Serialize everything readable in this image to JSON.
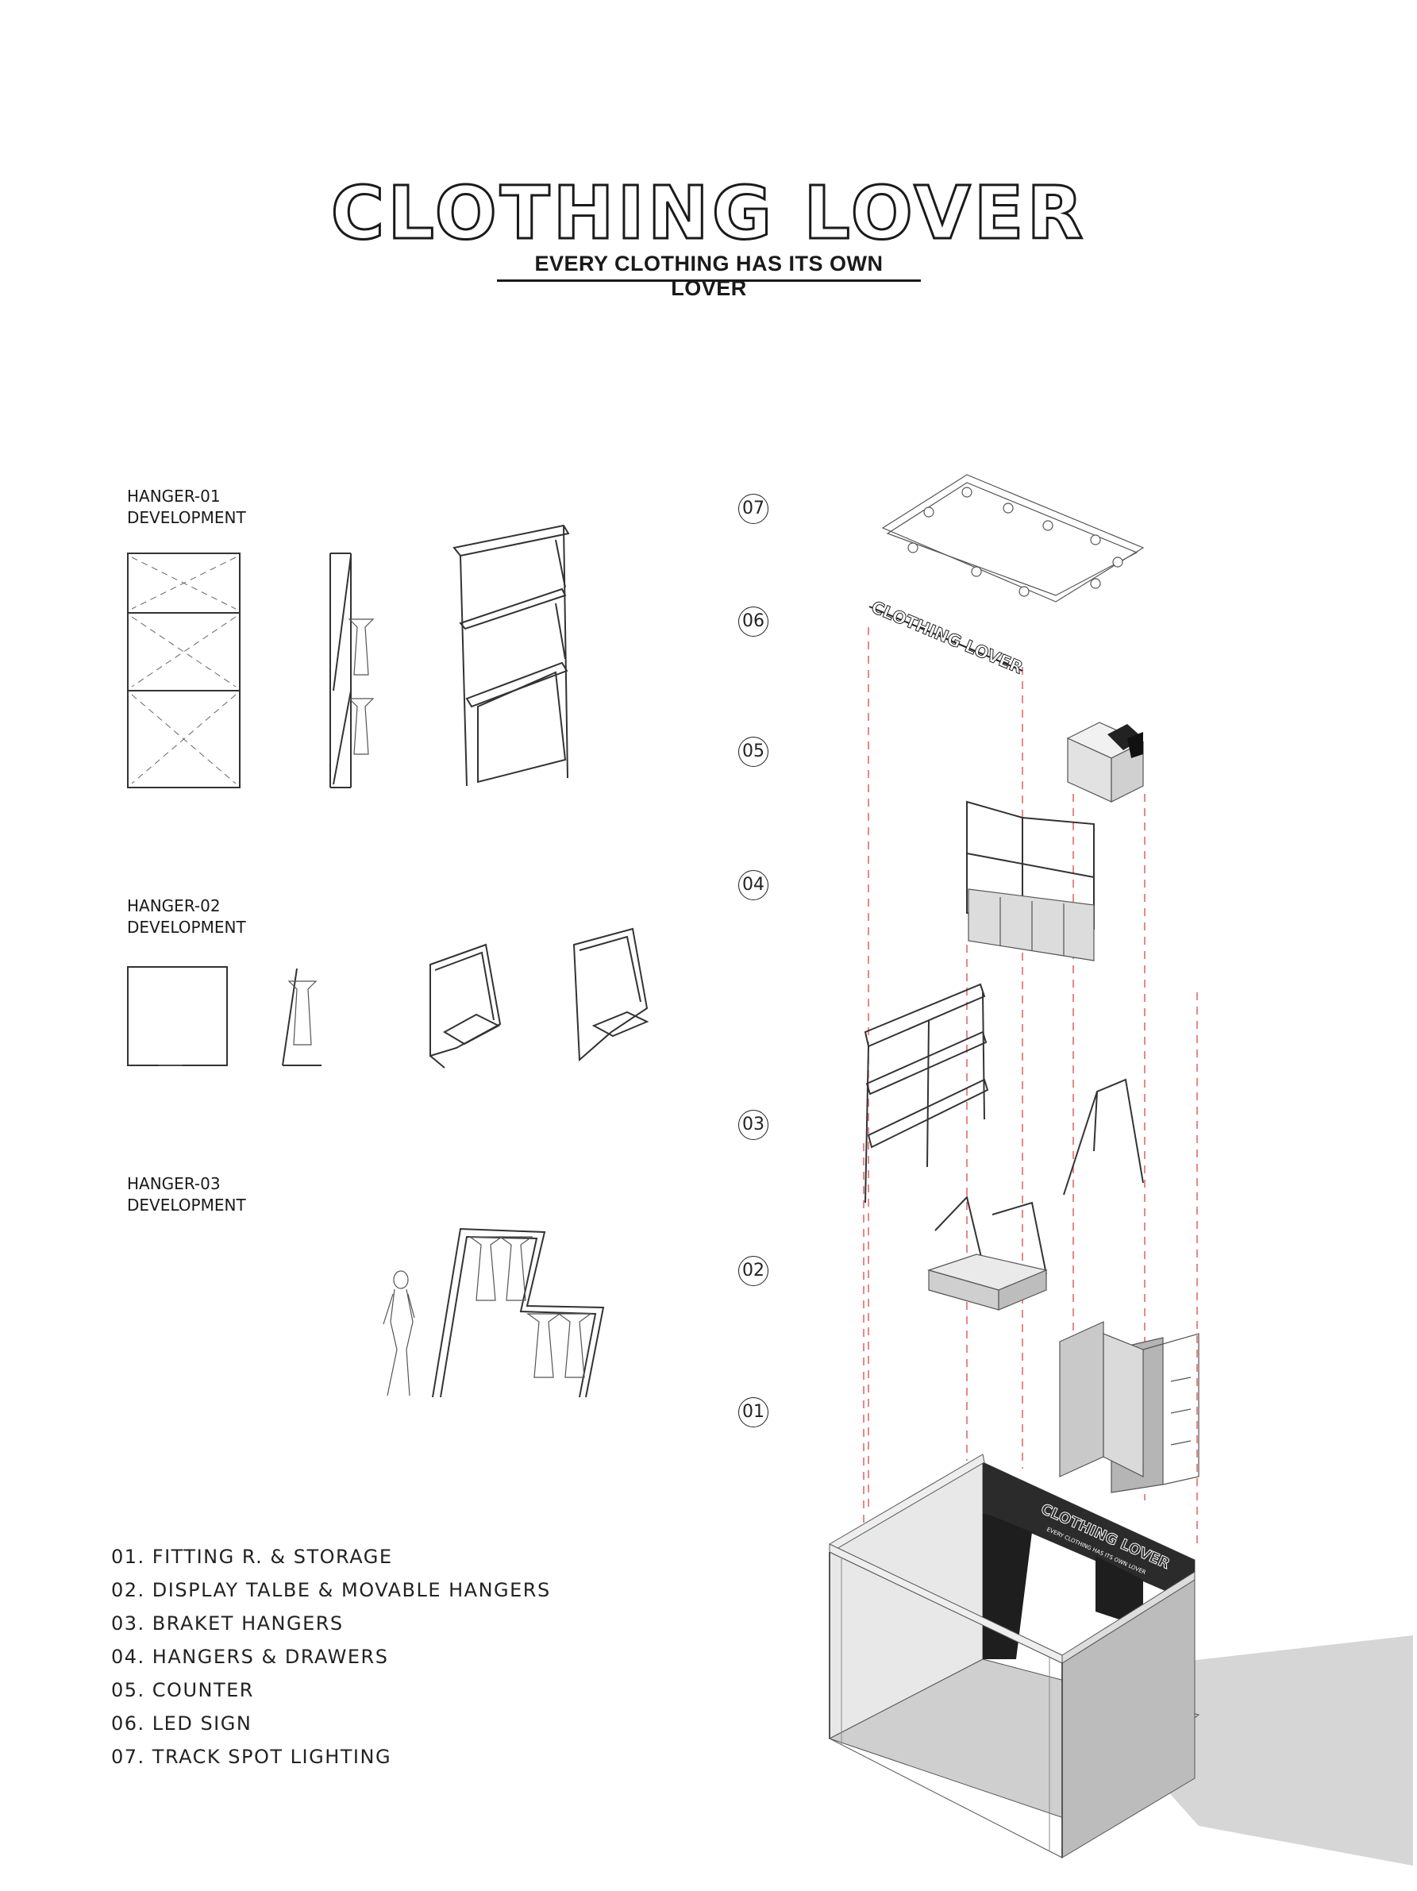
{
  "header": {
    "title": "CLOTHING LOVER",
    "subtitle": "EVERY CLOTHING HAS ITS OWN LOVER"
  },
  "developments": [
    {
      "name": "HANGER-01",
      "sub": "DEVELOPMENT"
    },
    {
      "name": "HANGER-02",
      "sub": "DEVELOPMENT"
    },
    {
      "name": "HANGER-03",
      "sub": "DEVELOPMENT"
    }
  ],
  "component_numbers": [
    "07",
    "06",
    "05",
    "04",
    "03",
    "02",
    "01"
  ],
  "legend": [
    "01. FITTING R. & STORAGE",
    "02. DISPLAY TALBE & MOVABLE HANGERS",
    "03. BRAKET HANGERS",
    "04. HANGERS & DRAWERS",
    "05. COUNTER",
    "06. LED SIGN",
    "07. TRACK SPOT LIGHTING"
  ],
  "booth": {
    "sign_title": "CLOTHING LOVER",
    "sign_subtitle": "EVERY CLOTHING HAS ITS OWN LOVER"
  },
  "colors": {
    "ink": "#1a1a1a",
    "guide": "#e26a6a",
    "wall": "#bdbdbd",
    "sign": "#2b2b2b",
    "shadow": "#d6d6d6"
  }
}
